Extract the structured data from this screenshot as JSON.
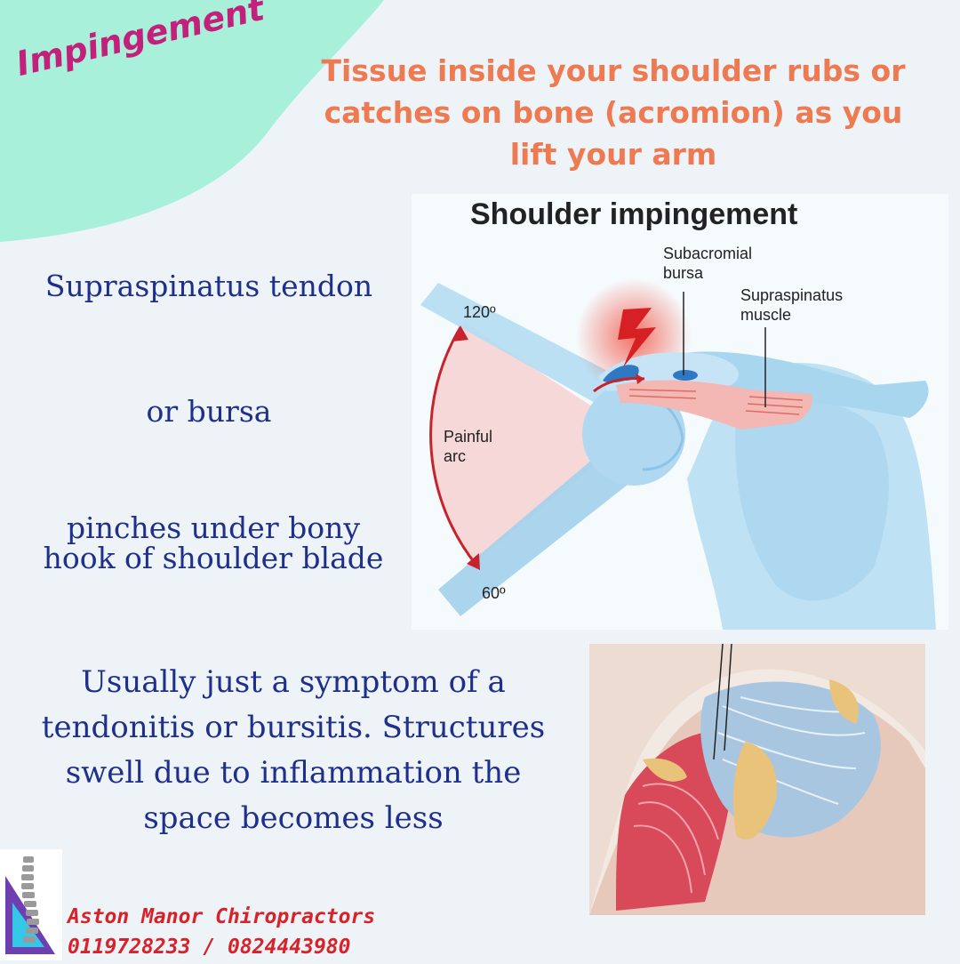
{
  "banner": {
    "tag": "Impingement",
    "colors": {
      "blob": "#a8f0da",
      "tag": "#c2207a",
      "headline": "#ee7a52"
    }
  },
  "headline": {
    "line1": "Tissue inside your shoulder rubs or",
    "line2": "catches on bone (acromion) as you",
    "line3": "lift your arm"
  },
  "side_text": {
    "line1": "Supraspinatus tendon",
    "line2": "or bursa",
    "line3a": "pinches under bony",
    "line3b": "hook of shoulder blade"
  },
  "bottom_text": {
    "line1": "Usually just a symptom of a",
    "line2": "tendonitis or bursitis. Structures",
    "line3": "swell due to inflammation the",
    "line4": "space becomes less"
  },
  "diagram": {
    "title": "Shoulder impingement",
    "label_bursa_1": "Subacromial",
    "label_bursa_2": "bursa",
    "label_muscle_1": "Supraspinatus",
    "label_muscle_2": "muscle",
    "angle_top": "120º",
    "angle_bottom": "60º",
    "arc_1": "Painful",
    "arc_2": "arc"
  },
  "footer": {
    "company": "Aston Manor Chiropractors",
    "phones": "0119728233 / 0824443980",
    "color": "#d92129"
  }
}
